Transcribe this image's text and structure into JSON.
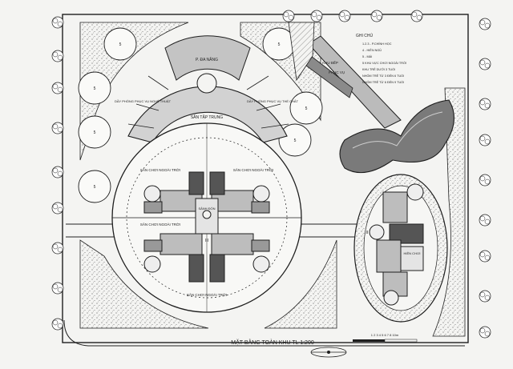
{
  "title": "MẶT BẰNG TOÀN KHU  TL 1:200",
  "scale_text": "1  2  3  4  5  6  7  8  10m",
  "labels": {
    "hall": "P. ĐA NĂNG",
    "courtyard": "SÂN TẬP TRUNG",
    "service_left": "DẦY PHÒNG PHỤC VỤ NGHỆ THUẬT",
    "service_right": "DẦY PHÒNG PHỤC VỤ THỂ CHẤT",
    "play_tl": "SÂN CHƠI NGOÀI TRỜI",
    "play_tr": "SÂN CHƠI NGOÀI TRỜI",
    "play_bl": "SÂN CHƠI NGOÀI TRỜI",
    "play_br": "SÂN CHƠI NGOÀI TRỜI",
    "kitchen_area": "KHU BẾP",
    "service_area": "PHỤC VỤ",
    "admin": "HIÊN CHƠI",
    "lobby": "SẢNH ĐÓN",
    "center_no": "III",
    "right_no": "II"
  },
  "legend": {
    "heading": "GHI CHÚ",
    "items": [
      "1.2.3 - P.CHÍNH HỌC",
      "4 - HIÊN NGỦ",
      "5 - MÁI",
      "5  KHU VỰC CHƠI NGOÀI TRỜI",
      "KHU TRẺ DƯỚI 3 TUỔI",
      "NHÓM TRẺ TỪ 3 ĐẾN 6 TUỔI",
      "NHÓM TRẺ TỪ 6 ĐẾN 9 TUỔI"
    ],
    "symbols": [
      "I",
      "II",
      "III"
    ]
  },
  "circles": [
    "5",
    "5",
    "5",
    "5",
    "5",
    "5",
    "5"
  ],
  "colors": {
    "ink": "#1e1e1e",
    "paper": "#f4f4f2",
    "gray_light": "#bdbdbd",
    "gray_mid": "#8a8a8a",
    "gray_dark": "#555555",
    "water": "#7a7a7a"
  }
}
